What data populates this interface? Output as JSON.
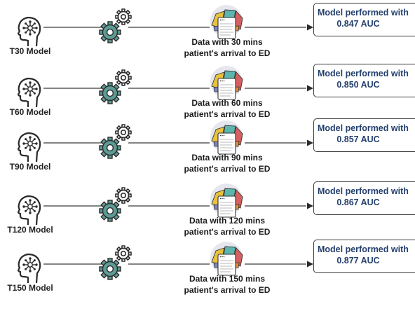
{
  "result_prefix": "Model performed with",
  "rows": [
    {
      "model": "T30 Model",
      "data_line1": "Data with 30 mins",
      "data_line2": "patient's arrival to ED",
      "auc": "0.847 AUC"
    },
    {
      "model": "T60 Model",
      "data_line1": "Data with 60 mins",
      "data_line2": "patient's arrival to ED",
      "auc": "0.850 AUC"
    },
    {
      "model": "T90 Model",
      "data_line1": "Data with 90 mins",
      "data_line2": "patient's arrival to ED",
      "auc": "0.857 AUC"
    },
    {
      "model": "T120 Model",
      "data_line1": "Data with 120 mins",
      "data_line2": "patient's arrival to ED",
      "auc": "0.867 AUC"
    },
    {
      "model": "T150 Model",
      "data_line1": "Data with 150 mins",
      "data_line2": "patient's arrival to ED",
      "auc": "0.877 AUC"
    }
  ],
  "colors": {
    "line": "#3a3a3a",
    "gear": "#5d9b94",
    "head": "#2b2b2b",
    "result_text": "#24406e",
    "data_icon_palette": [
      "#e6e7ee",
      "#e8c13d",
      "#5bb6ad",
      "#d65f5f",
      "#7e86c2",
      "#e58e3b"
    ]
  },
  "icons": [
    "brain-head-icon",
    "gears-icon",
    "data-document-icon",
    "arrow-icon"
  ]
}
